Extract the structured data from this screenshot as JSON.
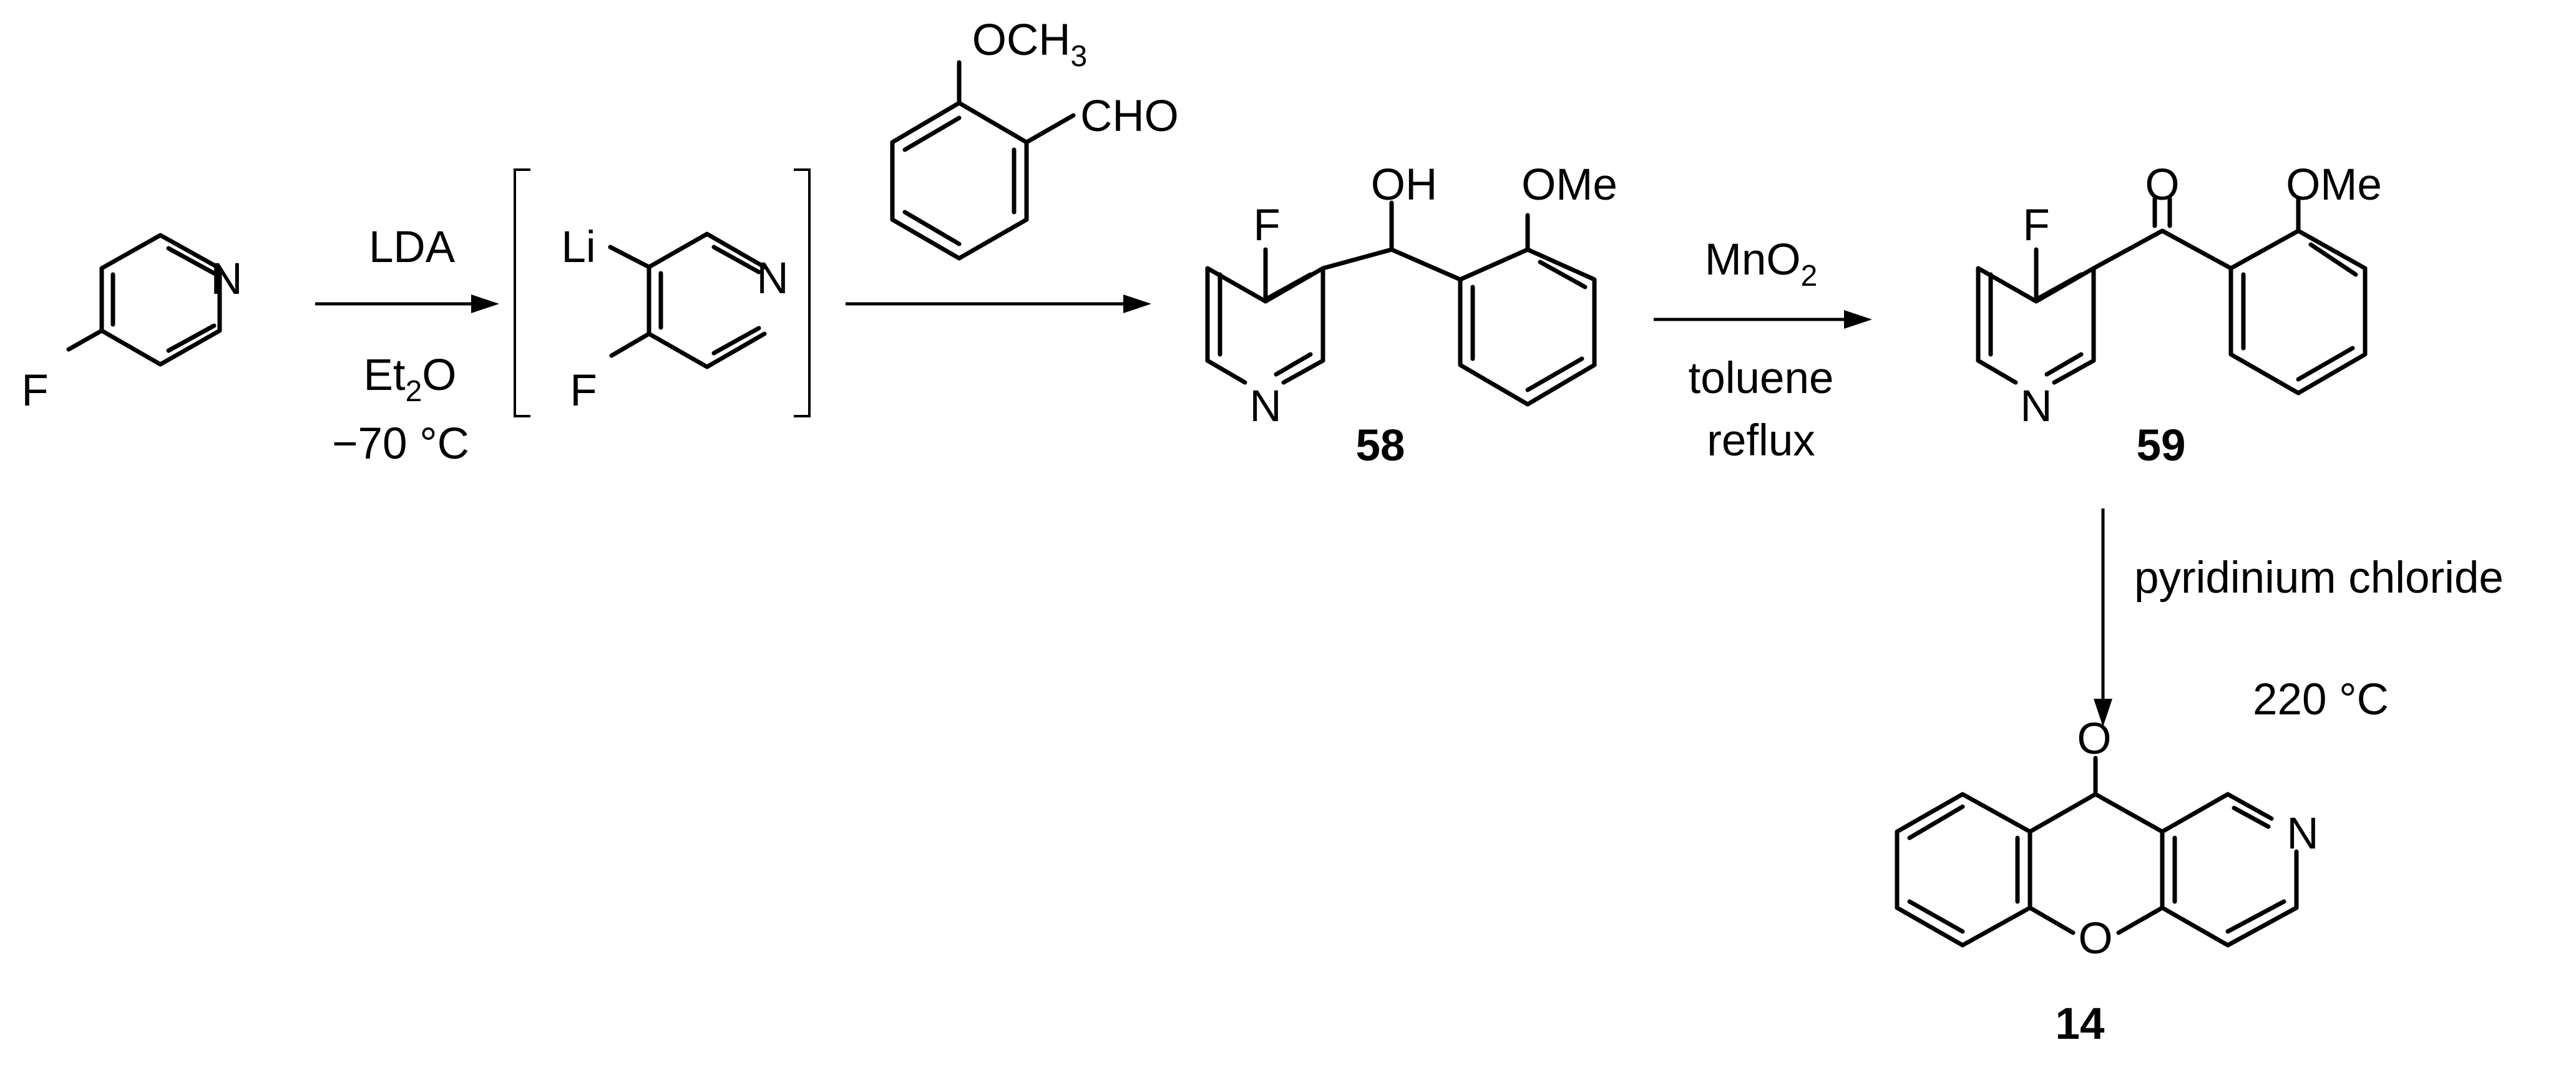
{
  "title": "",
  "atoms": {
    "N": "N",
    "F": "F",
    "O": "O",
    "Li": "Li",
    "OH": "OH",
    "OMe": "OMe",
    "OCH": "OCH",
    "sub3": "3",
    "CHO": "CHO"
  },
  "compounds": {
    "c58": "58",
    "c59": "59",
    "c14": "14"
  },
  "conditions": {
    "step1_top": "LDA",
    "step1_et": "Et",
    "step1_sub": "2",
    "step1_o": "O",
    "step1_temp": "−70 °C",
    "step3_mn": "MnO",
    "step3_sub": "2",
    "step3_solvent": "toluene",
    "step3_cond": "reflux",
    "step4_reagent": "pyridinium chloride",
    "step4_temp": "220 °C"
  }
}
